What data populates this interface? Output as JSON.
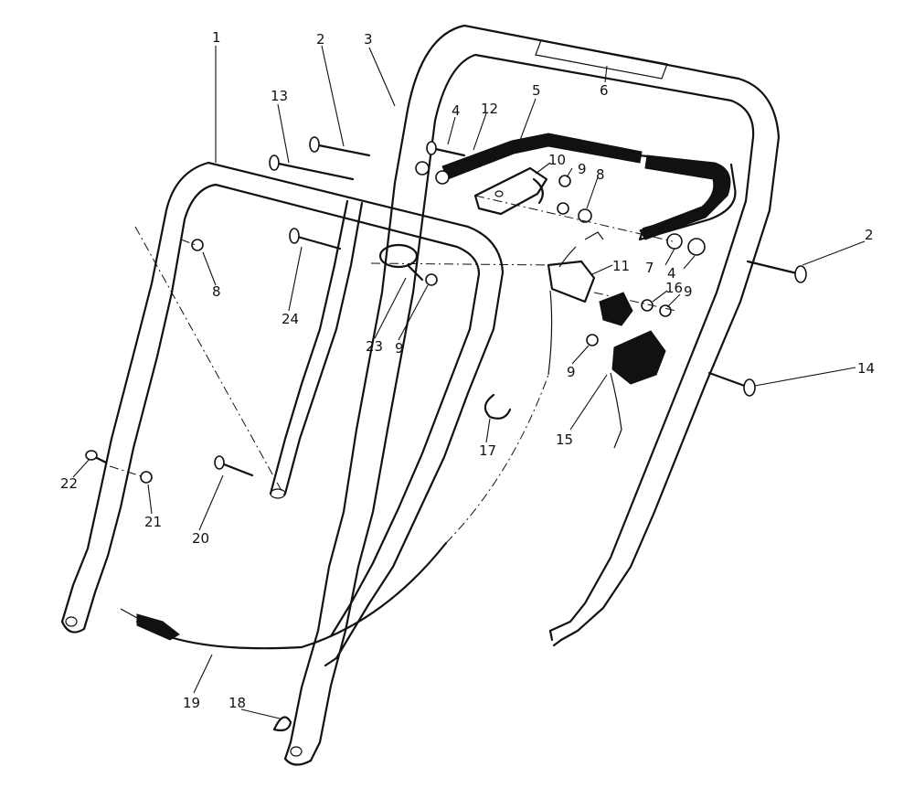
{
  "callouts": [
    {
      "id": "c1",
      "text": "1"
    },
    {
      "id": "c2a",
      "text": "2"
    },
    {
      "id": "c3",
      "text": "3"
    },
    {
      "id": "c13",
      "text": "13"
    },
    {
      "id": "c5",
      "text": "5"
    },
    {
      "id": "c6",
      "text": "6"
    },
    {
      "id": "c4a",
      "text": "4"
    },
    {
      "id": "c12",
      "text": "12"
    },
    {
      "id": "c10",
      "text": "10"
    },
    {
      "id": "c9a",
      "text": "9"
    },
    {
      "id": "c8a",
      "text": "8"
    },
    {
      "id": "c2b",
      "text": "2"
    },
    {
      "id": "c7",
      "text": "7"
    },
    {
      "id": "c4b",
      "text": "4"
    },
    {
      "id": "c11",
      "text": "11"
    },
    {
      "id": "c16",
      "text": "16"
    },
    {
      "id": "c9b",
      "text": "9"
    },
    {
      "id": "c8b",
      "text": "8"
    },
    {
      "id": "c24",
      "text": "24"
    },
    {
      "id": "c23",
      "text": "23"
    },
    {
      "id": "c9c",
      "text": "9"
    },
    {
      "id": "c9d",
      "text": "9"
    },
    {
      "id": "c14",
      "text": "14"
    },
    {
      "id": "c15",
      "text": "15"
    },
    {
      "id": "c17",
      "text": "17"
    },
    {
      "id": "c22",
      "text": "22"
    },
    {
      "id": "c21",
      "text": "21"
    },
    {
      "id": "c20",
      "text": "20"
    },
    {
      "id": "c19",
      "text": "19"
    },
    {
      "id": "c18",
      "text": "18"
    }
  ]
}
